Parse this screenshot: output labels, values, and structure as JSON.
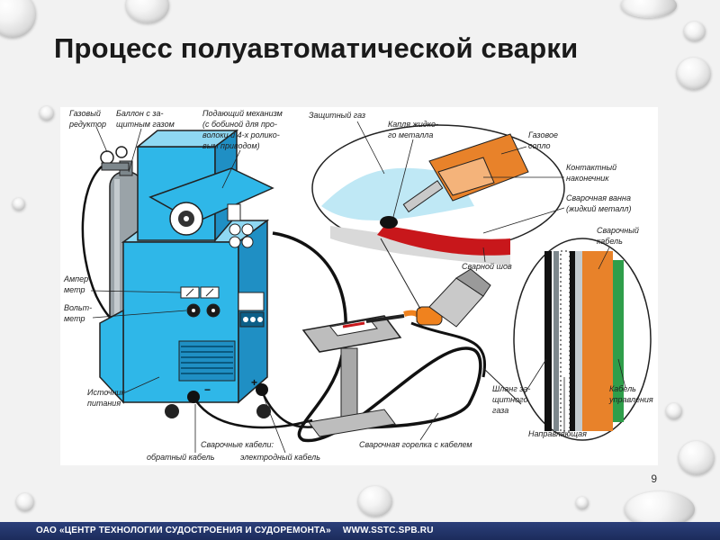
{
  "slide": {
    "title": "Процесс полуавтоматической сварки",
    "page_number": "9",
    "footer": {
      "organization": "ОАО «ЦЕНТР ТЕХНОЛОГИИ СУДОСТРОЕНИЯ И СУДОРЕМОНТА»",
      "url": "WWW.SSTC.SPB.RU"
    }
  },
  "diagram": {
    "labels": {
      "gas_reducer": [
        "Газовый",
        "редуктор"
      ],
      "gas_cylinder": [
        "Баллон с за-",
        "щитным газом"
      ],
      "feed_mechanism": [
        "Подающий механизм",
        "(с бобиной для про-",
        "волоки и 4-х ролико-",
        "вым приводом)"
      ],
      "shielding_gas": [
        "Защитный газ"
      ],
      "metal_drop": [
        "Капля жидко-",
        "го металла"
      ],
      "gas_nozzle": [
        "Газовое",
        "сопло"
      ],
      "contact_tip": [
        "Контактный",
        "наконечник"
      ],
      "weld_pool": [
        "Сварочная ванна",
        "(жидкий металл)"
      ],
      "weld_seam": [
        "Сварной шов"
      ],
      "welding_cable_detail": [
        "Сварочный",
        "кабель"
      ],
      "ammeter": [
        "Ампер-",
        "метр"
      ],
      "voltmeter": [
        "Вольт-",
        "метр"
      ],
      "power_source": [
        "Источник",
        "питания"
      ],
      "gas_hose": [
        "Шланг за-",
        "щитного",
        "газа"
      ],
      "control_cable": [
        "Кабель",
        "управления"
      ],
      "guide": [
        "Направляющая"
      ],
      "welding_cables": [
        "Сварочные кабели:"
      ],
      "return_cable": [
        "обратный кабель"
      ],
      "electrode_cable": [
        "электродный кабель"
      ],
      "torch_with_cable": [
        "Сварочная горелка с кабелем"
      ]
    },
    "colors": {
      "machine_blue": "#2fb7e8",
      "machine_dark": "#1f8fc4",
      "cylinder": "#9aa3a8",
      "torch_orange": "#f0821e",
      "weld_red": "#c8171b",
      "cable_black": "#111111",
      "nozzle_orange": "#e8822a",
      "gas_area": "#bfe8f5",
      "footer_blue": "#1e2e60"
    }
  }
}
